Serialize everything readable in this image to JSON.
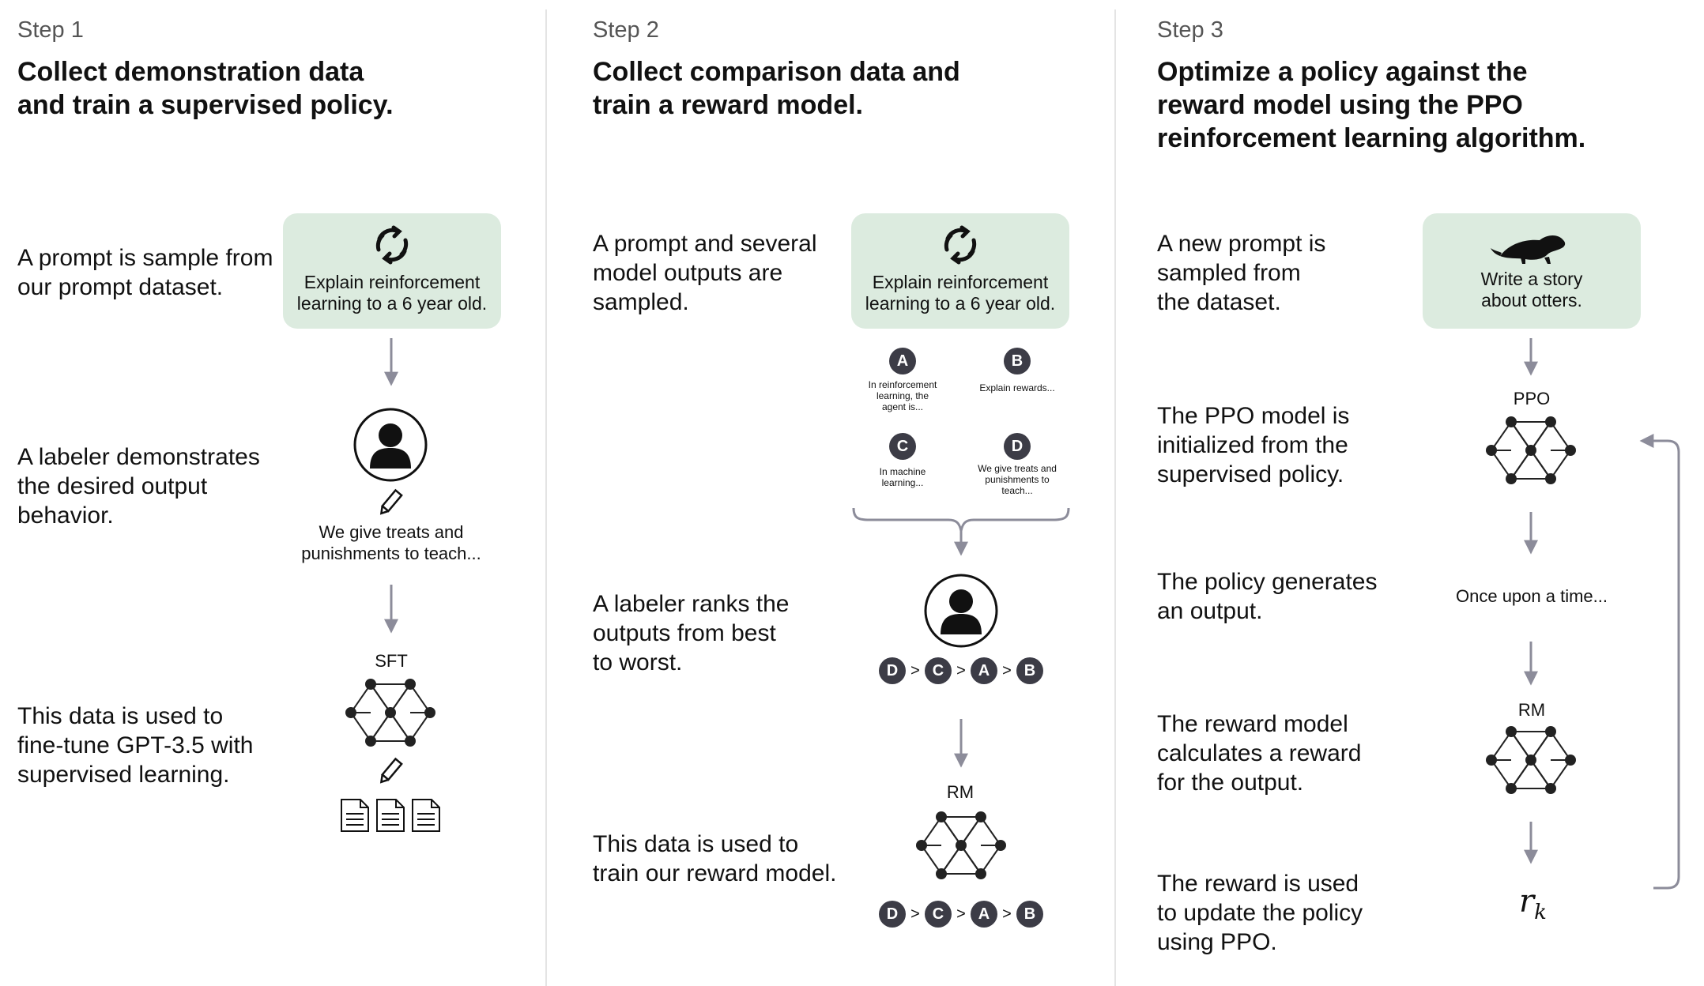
{
  "step1": {
    "label": "Step 1",
    "title_line1": "Collect demonstration data",
    "title_line2": "and train a supervised policy.",
    "desc1_line1": "A prompt is sample from",
    "desc1_line2": "our prompt dataset.",
    "prompt_line1": "Explain reinforcement",
    "prompt_line2": "learning to a 6 year old.",
    "desc2_line1": "A labeler demonstrates",
    "desc2_line2": "the desired output",
    "desc2_line3": "behavior.",
    "demo_line1": "We give treats and",
    "demo_line2": "punishments to teach...",
    "model_label": "SFT",
    "desc3_line1": "This data is used to",
    "desc3_line2": "fine-tune GPT-3.5 with",
    "desc3_line3": "supervised learning."
  },
  "step2": {
    "label": "Step 2",
    "title_line1": "Collect comparison data and",
    "title_line2": "train a reward model.",
    "desc1_line1": "A prompt and several",
    "desc1_line2": "model outputs are",
    "desc1_line3": "sampled.",
    "prompt_line1": "Explain reinforcement",
    "prompt_line2": "learning to a 6 year old.",
    "outputs": [
      {
        "letter": "A",
        "line1": "In reinforcement",
        "line2": "learning, the",
        "line3": "agent is..."
      },
      {
        "letter": "B",
        "line1": "Explain rewards...",
        "line2": "",
        "line3": ""
      },
      {
        "letter": "C",
        "line1": "In machine",
        "line2": "learning...",
        "line3": ""
      },
      {
        "letter": "D",
        "line1": "We give treats and",
        "line2": "punishments to",
        "line3": "teach..."
      }
    ],
    "desc2_line1": "A labeler ranks the",
    "desc2_line2": "outputs from best",
    "desc2_line3": "to worst.",
    "ranking": [
      "D",
      "C",
      "A",
      "B"
    ],
    "gt": ">",
    "model_label": "RM",
    "desc3_line1": "This data is used to",
    "desc3_line2": "train our reward model."
  },
  "step3": {
    "label": "Step 3",
    "title_line1": "Optimize a policy against the",
    "title_line2": "reward model using the PPO",
    "title_line3": "reinforcement learning algorithm.",
    "desc1_line1": "A new prompt is",
    "desc1_line2": "sampled from",
    "desc1_line3": "the dataset.",
    "prompt_line1": "Write a story",
    "prompt_line2": "about otters.",
    "ppo_label": "PPO",
    "desc2_line1": "The PPO model is",
    "desc2_line2": "initialized from the",
    "desc2_line3": "supervised policy.",
    "desc3_line1": "The policy generates",
    "desc3_line2": "an output.",
    "output_text": "Once upon a time...",
    "rm_label": "RM",
    "desc4_line1": "The reward model",
    "desc4_line2": "calculates a reward",
    "desc4_line3": "for the output.",
    "reward_symbol": "r",
    "reward_subscript": "k",
    "desc5_line1": "The reward is used",
    "desc5_line2": "to update the policy",
    "desc5_line3": "using PPO."
  },
  "colors": {
    "card_bg": "#dcebdf",
    "arrow": "#8c8c9a",
    "node": "#222222",
    "circle_badge": "#3c3c46"
  }
}
